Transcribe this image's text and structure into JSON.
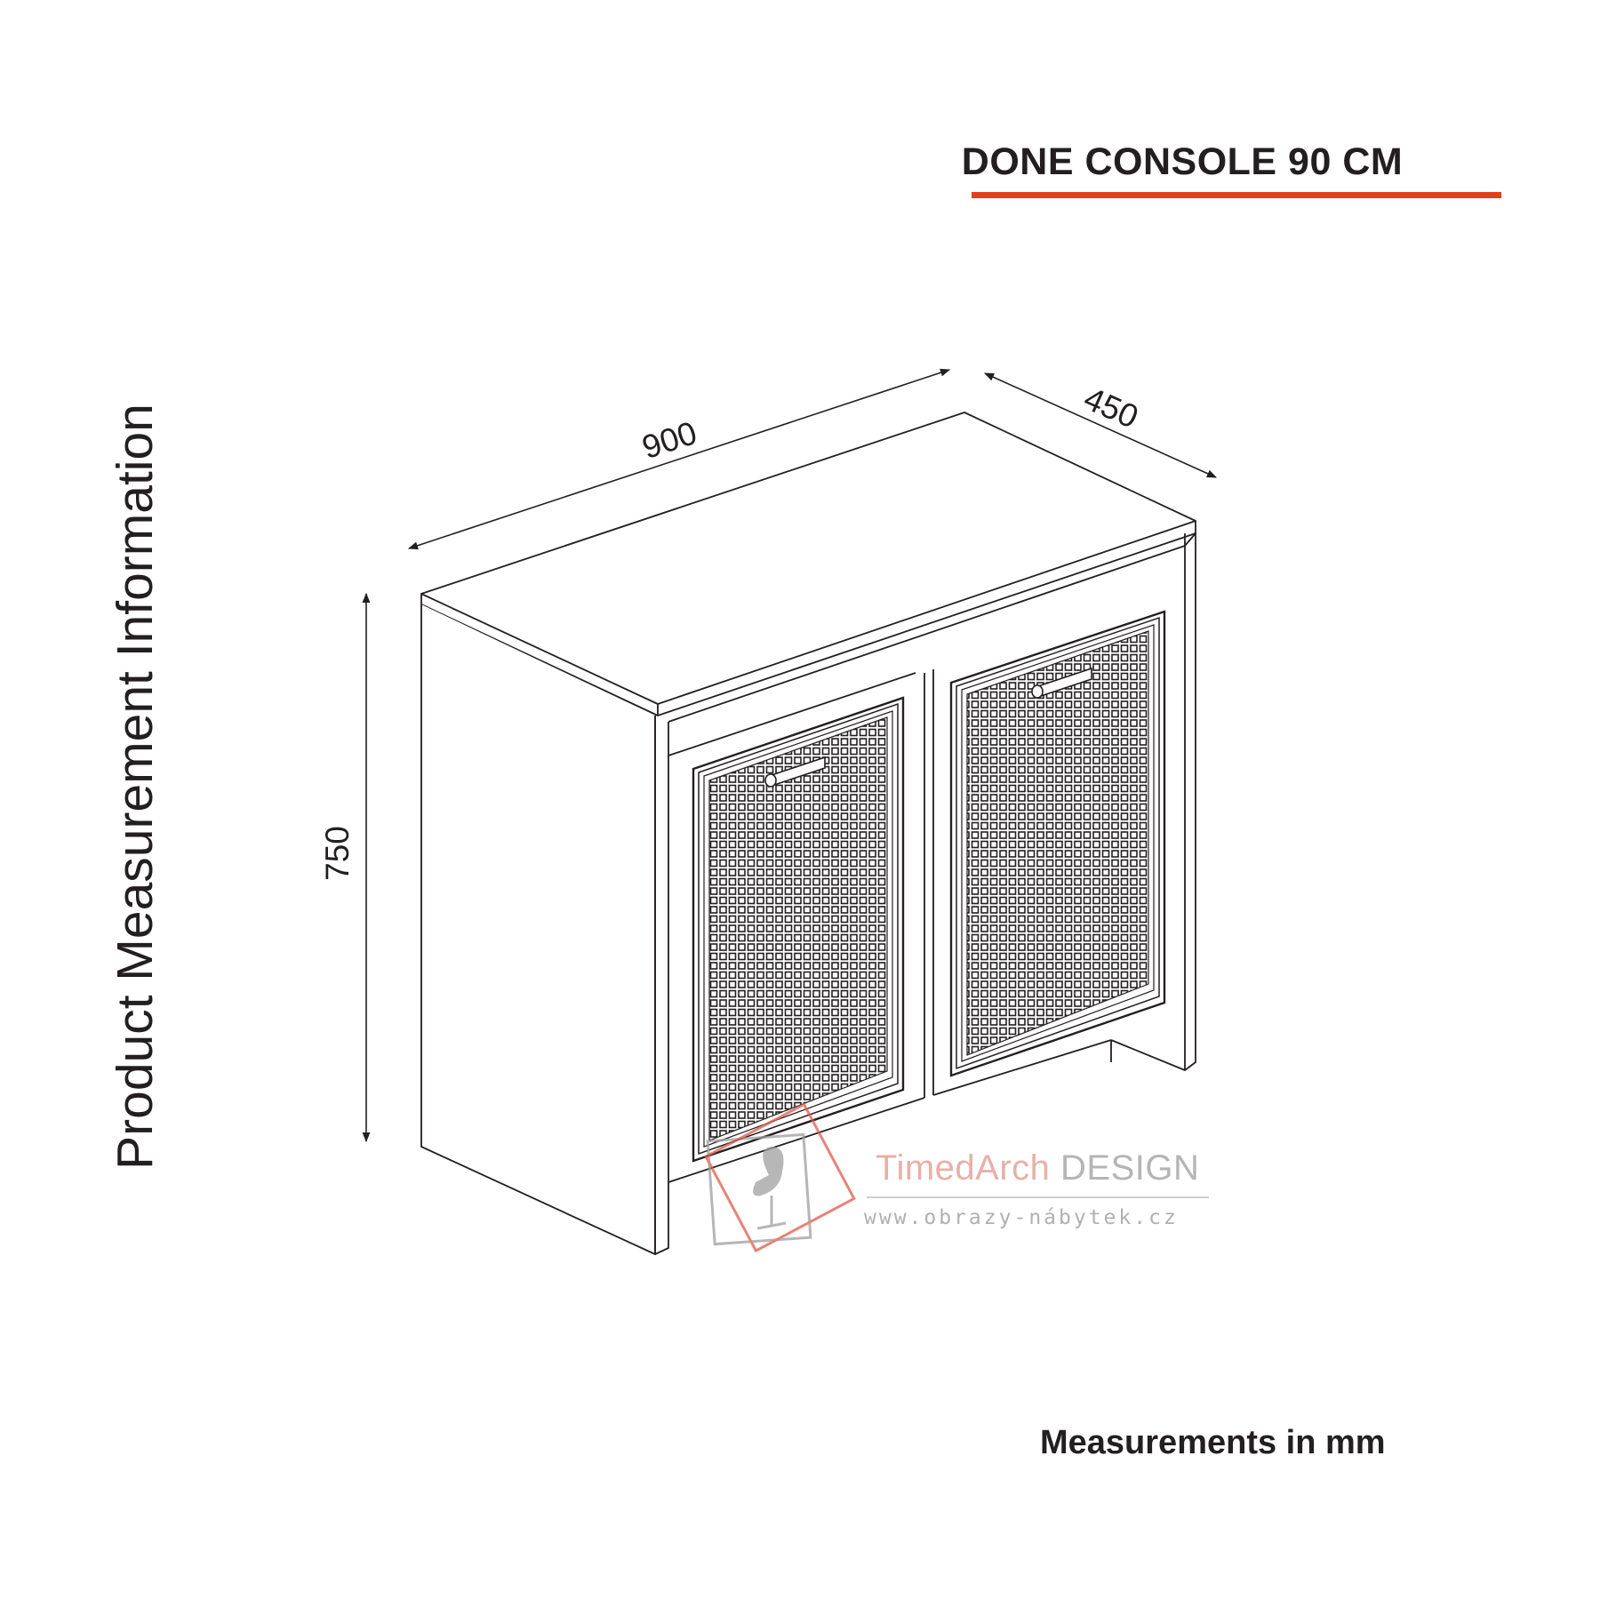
{
  "title": "DONE CONSOLE 90 CM",
  "side_label": "Product Measurement Information",
  "footer_note": "Measurements in mm",
  "dimensions": {
    "width": "900",
    "depth": "450",
    "height": "750"
  },
  "watermark": {
    "brand_prefix": "TimedArch",
    "brand_suffix": " DESIGN",
    "url": "www.obrazy-nábytek.cz"
  },
  "colors": {
    "accent_rule": "#e2401c",
    "line": "#231f20",
    "watermark_red": "#e05a4a",
    "watermark_gray": "#9e9e9e"
  }
}
